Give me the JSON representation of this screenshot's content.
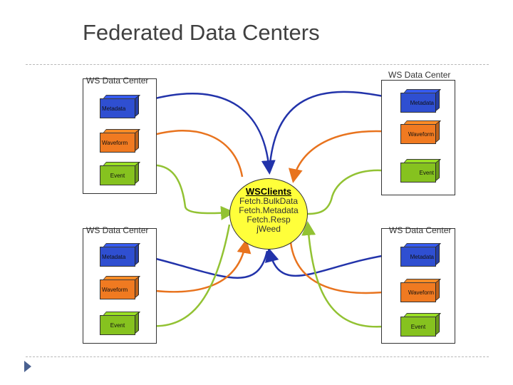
{
  "title": "Federated Data Centers",
  "data_centers": [
    {
      "label": "WS Data Center",
      "metadata": "Metadata",
      "waveform": "Waveform",
      "event": "Event"
    },
    {
      "label": "WS Data Center",
      "metadata": "Metadata",
      "waveform": "Waveform",
      "event": "Event"
    },
    {
      "label": "WS Data Center",
      "metadata": "Metadata",
      "waveform": "Waveform",
      "event": "Event"
    },
    {
      "label": "WS Data Center",
      "metadata": "Metadata",
      "waveform": "Waveform",
      "event": "Event"
    }
  ],
  "clients": {
    "title": "WSClients",
    "lines": [
      "Fetch.BulkData",
      "Fetch.Metadata",
      "Fetch.Resp",
      "jWeed"
    ]
  },
  "colors": {
    "metadata": "#2f4fd1",
    "waveform": "#f07a21",
    "event": "#86c21f",
    "clients": "#ffff3a",
    "link_metadata": "#2233aa",
    "link_waveform": "#e8731e",
    "link_event": "#92c233"
  }
}
